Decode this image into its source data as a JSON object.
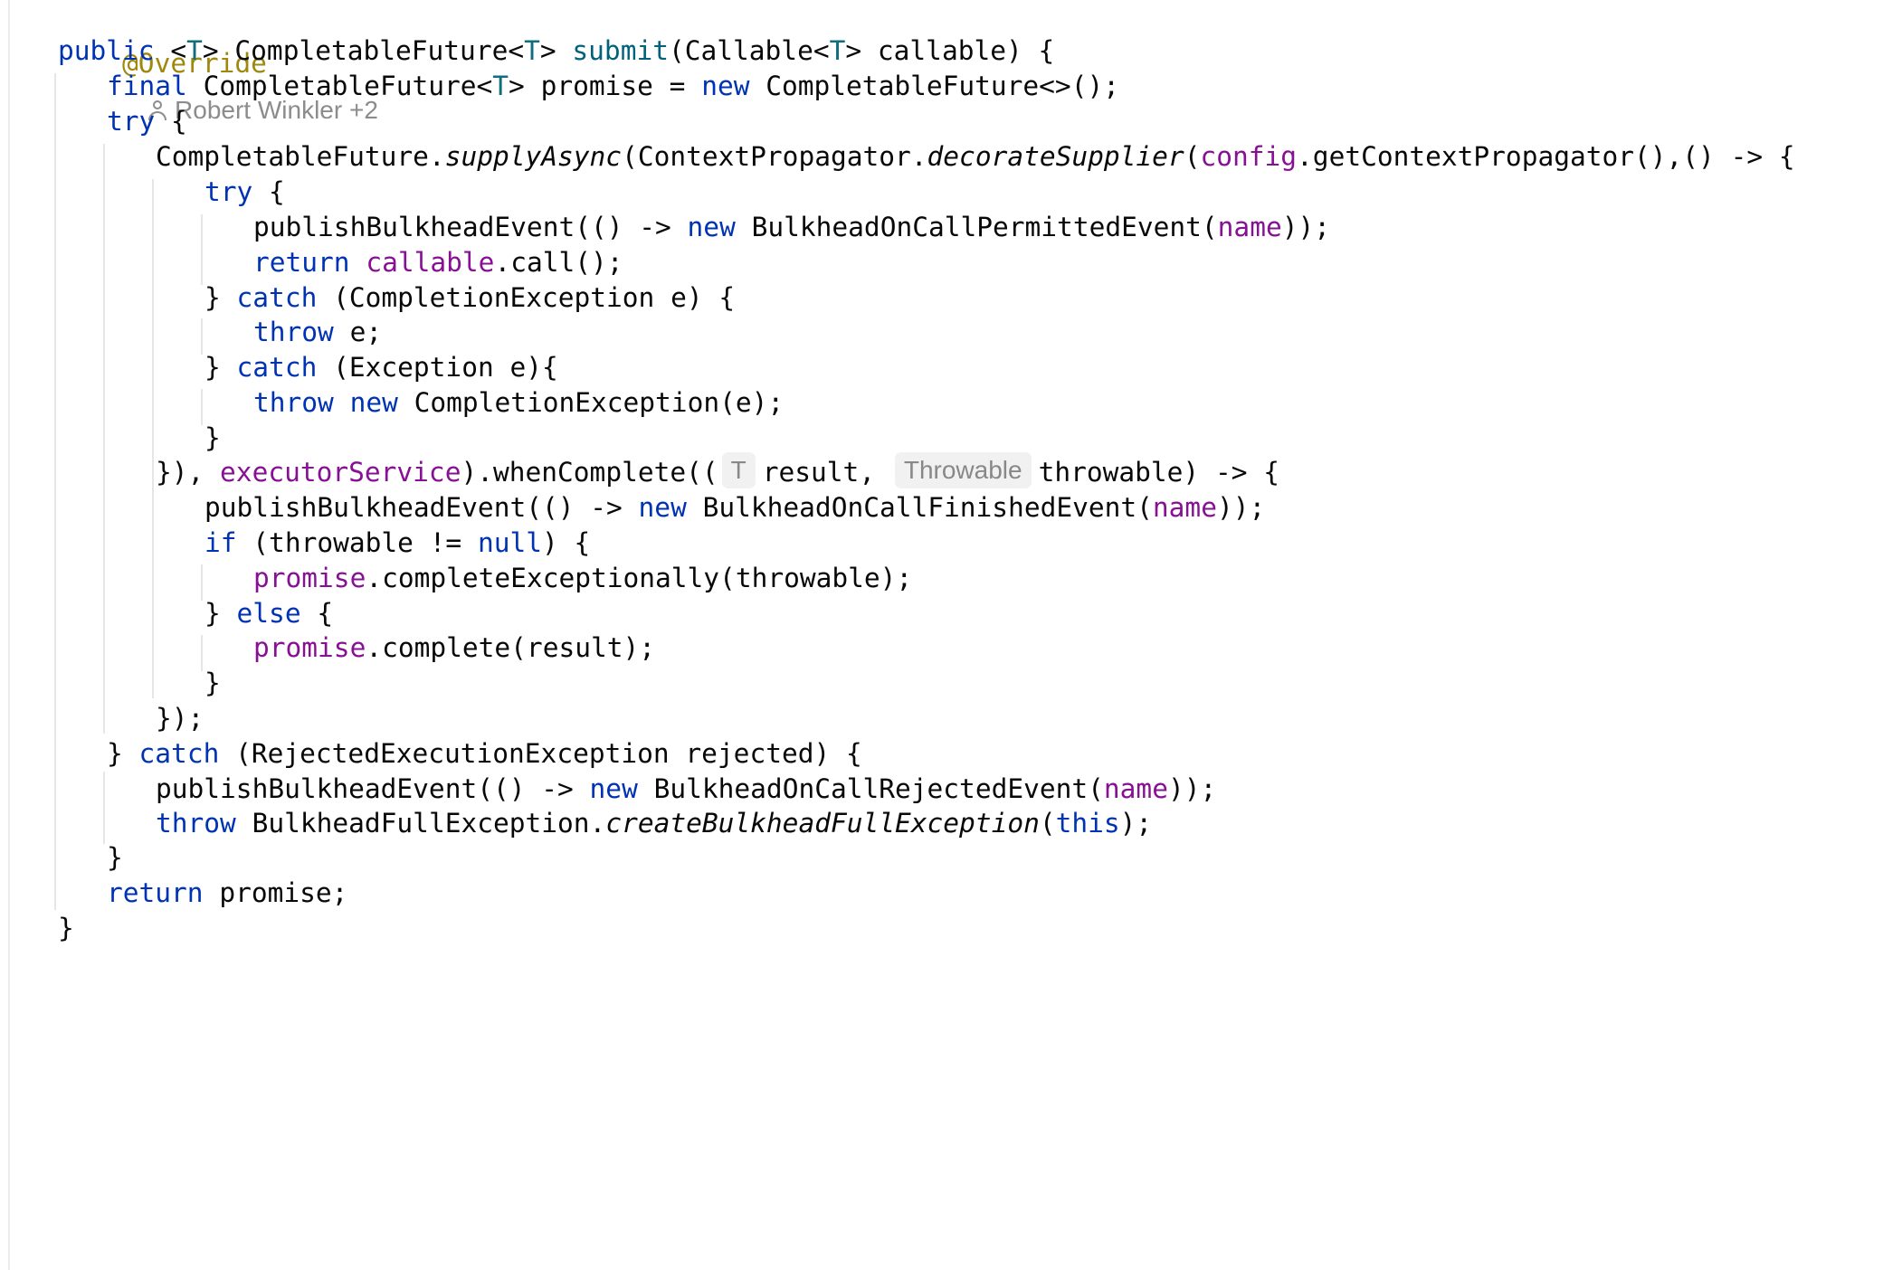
{
  "editor": {
    "annotation": "@Override",
    "author_hint": "Robert Winkler +2",
    "author_icon": "person-icon",
    "colors": {
      "keyword": "#0033b3",
      "annotation": "#9e880d",
      "type_param": "#0e6e7c",
      "method_decl": "#00627a",
      "field": "#871094",
      "plain": "#080808",
      "inlay_text": "#888888",
      "inlay_bg": "#f1f1f1"
    },
    "tokens": {
      "public": "public",
      "final": "final",
      "try": "try",
      "new": "new",
      "return": "return",
      "catch": "catch",
      "throw": "throw",
      "if": "if",
      "else": "else",
      "null": "null",
      "this": "this",
      "lt": "<",
      "gt": ">",
      "T": "T",
      "completable_future": "CompletableFuture",
      "submit": "submit",
      "callable_open": "(Callable",
      "callable_param": " callable) {",
      "promise_decl": " promise = ",
      "new_cf": " CompletableFuture<>();",
      "open_brace": " {",
      "cf_dot": "CompletableFuture.",
      "supply_async": "supplyAsync",
      "cp_open": "(ContextPropagator.",
      "decorate_supplier": "decorateSupplier",
      "paren_open": "(",
      "config": "config",
      "get_cp": ".getContextPropagator(),() -> {",
      "publish_open": "publishBulkheadEvent(() -> ",
      "permitted_event": " BulkheadOnCallPermittedEvent(",
      "name": "name",
      "close_paren_semi": "));",
      "callable": "callable",
      "call": ".call();",
      "close_brace_sp": "} ",
      "completion_catch": " (CompletionException e) {",
      "throw_e": " e;",
      "exception_catch": " (Exception e){",
      "completion_new": " CompletionException(e);",
      "close_brace": "}",
      "lambda_close": "}), ",
      "executor_service": "executorService",
      "when_complete": ").whenComplete((",
      "inlay_t": "T",
      "result_param": "result, ",
      "inlay_throwable": "Throwable",
      "throwable_param": "throwable) -> {",
      "finished_event": " BulkheadOnCallFinishedEvent(",
      "if_cond": " (throwable != ",
      "if_close": ") {",
      "promise": "promise",
      "complete_exc": ".completeExceptionally(throwable);",
      "complete": ".complete(result);",
      "end_lambda": "});",
      "rejected_catch": " (RejectedExecutionException rejected) {",
      "rejected_event": " BulkheadOnCallRejectedEvent(",
      "bfe_dot": " BulkheadFullException.",
      "create_bfe": "createBulkheadFullException",
      "this_close": ");",
      "return_promise": " promise;",
      "space": " "
    }
  }
}
